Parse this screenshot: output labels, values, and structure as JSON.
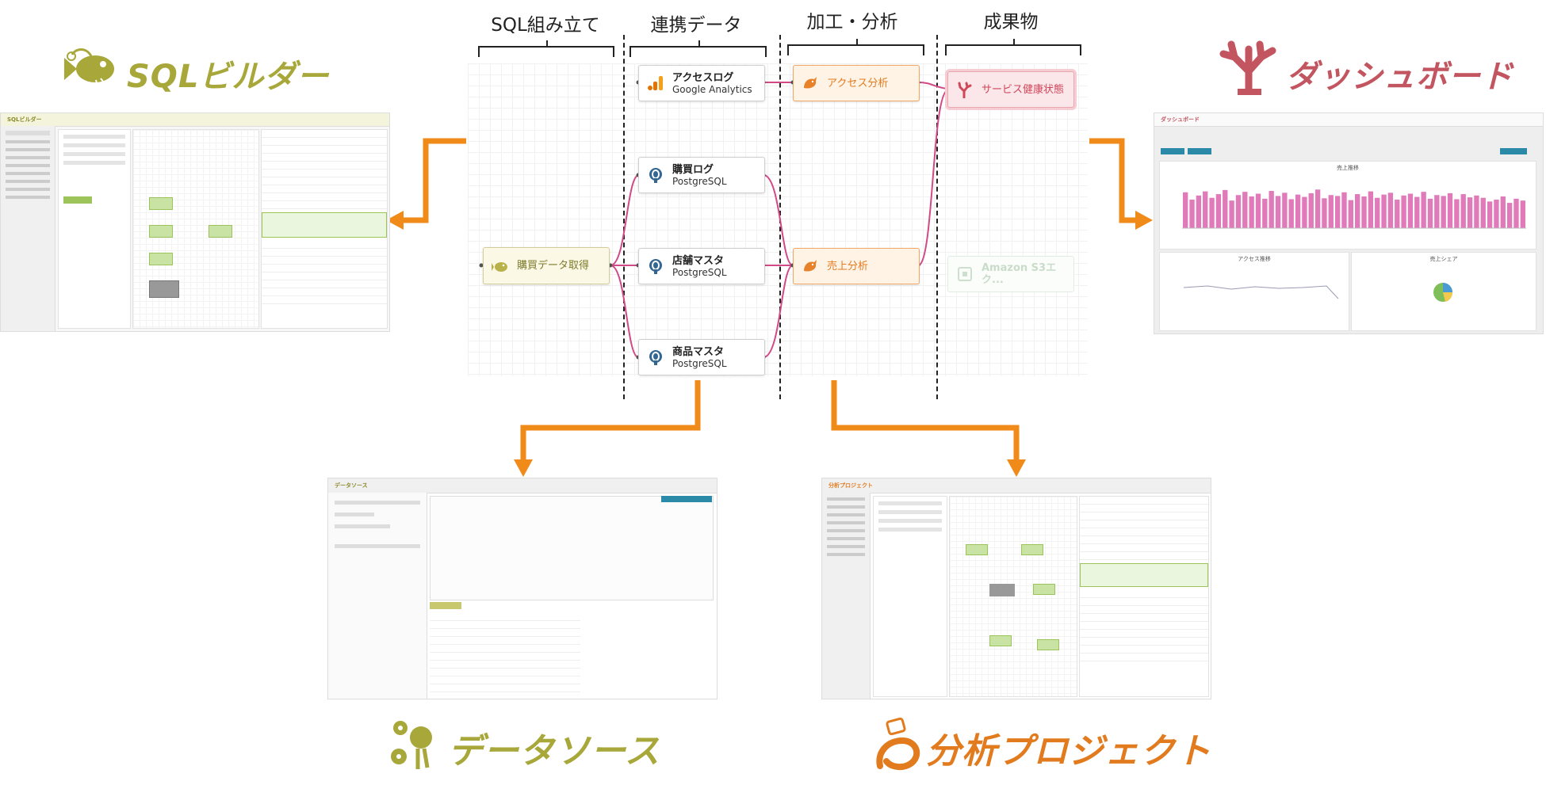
{
  "columns": [
    {
      "label": "SQL組み立て"
    },
    {
      "label": "連携データ"
    },
    {
      "label": "加工・分析"
    },
    {
      "label": "成果物"
    }
  ],
  "nodes": {
    "sql_node": {
      "title": "購買データ取得"
    },
    "access_log": {
      "title": "アクセスログ",
      "sub": "Google Analytics"
    },
    "purchase_log": {
      "title": "購買ログ",
      "sub": "PostgreSQL"
    },
    "store_master": {
      "title": "店舗マスタ",
      "sub": "PostgreSQL"
    },
    "product_master": {
      "title": "商品マスタ",
      "sub": "PostgreSQL"
    },
    "access_analysis": {
      "title": "アクセス分析"
    },
    "sales_analysis": {
      "title": "売上分析"
    },
    "service_health": {
      "title": "サービス健康状態"
    },
    "s3_export": {
      "title": "Amazon S3エク..."
    }
  },
  "logos": {
    "sql_builder": "SQLビルダー",
    "dashboard": "ダッシュボード",
    "data_source": "データソース",
    "analysis_project": "分析プロジェクト"
  },
  "screenshots": {
    "sql_builder": {
      "brand": "SQLビルダー"
    },
    "dashboard": {
      "brand": "ダッシュボード",
      "panel_sales": "売上推移",
      "panel_access": "アクセス推移",
      "panel_share": "売上シェア",
      "sales_bars": [
        0.78,
        0.62,
        0.71,
        0.8,
        0.66,
        0.74,
        0.83,
        0.6,
        0.72,
        0.79,
        0.69,
        0.75,
        0.64,
        0.81,
        0.7,
        0.77,
        0.63,
        0.73,
        0.68,
        0.76,
        0.84,
        0.65,
        0.72,
        0.7,
        0.78,
        0.61,
        0.74,
        0.69,
        0.8,
        0.66,
        0.73,
        0.77,
        0.62,
        0.71,
        0.75,
        0.68,
        0.79,
        0.64,
        0.72,
        0.7,
        0.76,
        0.63,
        0.74,
        0.67,
        0.71,
        0.66,
        0.58,
        0.62,
        0.69,
        0.55,
        0.64,
        0.6
      ]
    },
    "data_source": {
      "brand": "データソース"
    },
    "analysis_project": {
      "brand": "分析プロジェクト"
    }
  },
  "colors": {
    "arrow": "#f08a18",
    "link": "#d14a86",
    "olive": "#a7a73a",
    "coral": "#c2555f",
    "orange": "#e27b1e"
  }
}
